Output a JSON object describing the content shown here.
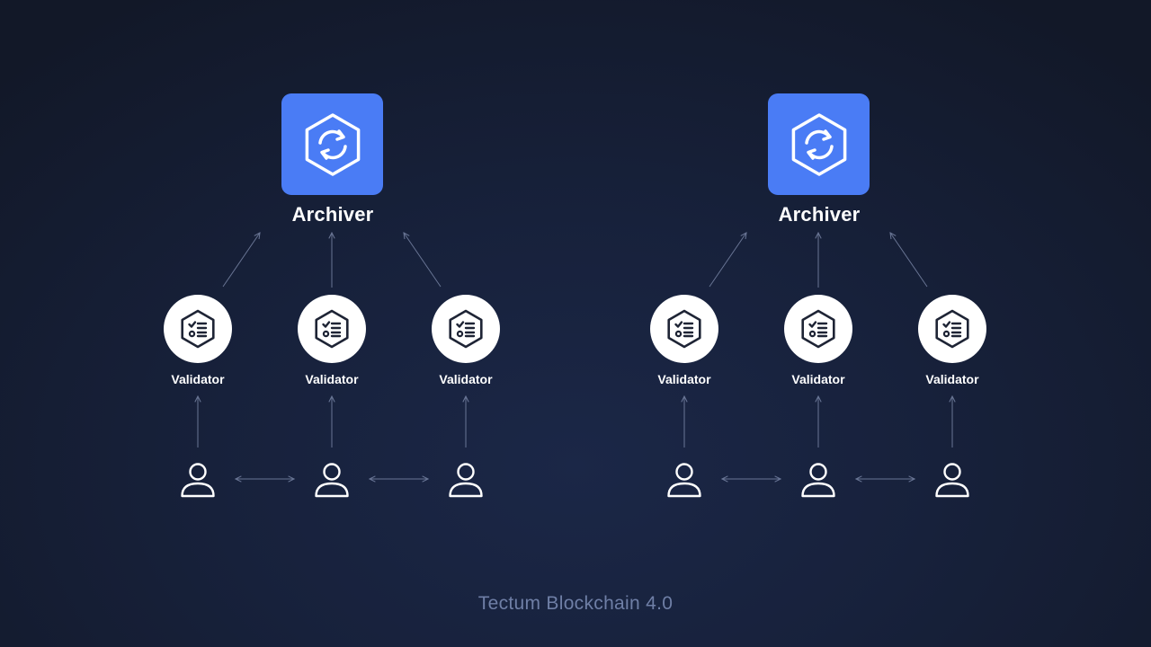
{
  "diagrams": [
    {
      "archiver": {
        "label": "Archiver",
        "icon": "sync-hexagon-icon"
      },
      "validators": [
        {
          "label": "Validator",
          "icon": "checklist-hexagon-icon"
        },
        {
          "label": "Validator",
          "icon": "checklist-hexagon-icon"
        },
        {
          "label": "Validator",
          "icon": "checklist-hexagon-icon"
        }
      ],
      "users": [
        {
          "icon": "user-icon"
        },
        {
          "icon": "user-icon"
        },
        {
          "icon": "user-icon"
        }
      ]
    },
    {
      "archiver": {
        "label": "Archiver",
        "icon": "sync-hexagon-icon"
      },
      "validators": [
        {
          "label": "Validator",
          "icon": "checklist-hexagon-icon"
        },
        {
          "label": "Validator",
          "icon": "checklist-hexagon-icon"
        },
        {
          "label": "Validator",
          "icon": "checklist-hexagon-icon"
        }
      ],
      "users": [
        {
          "icon": "user-icon"
        },
        {
          "icon": "user-icon"
        },
        {
          "icon": "user-icon"
        }
      ]
    }
  ],
  "footer": {
    "text": "Tectum Blockchain 4.0"
  },
  "colors": {
    "accent": "#4a7cf5",
    "background": "#17213b",
    "connector": "#8592b3",
    "footer_text": "#6f7fa6"
  }
}
